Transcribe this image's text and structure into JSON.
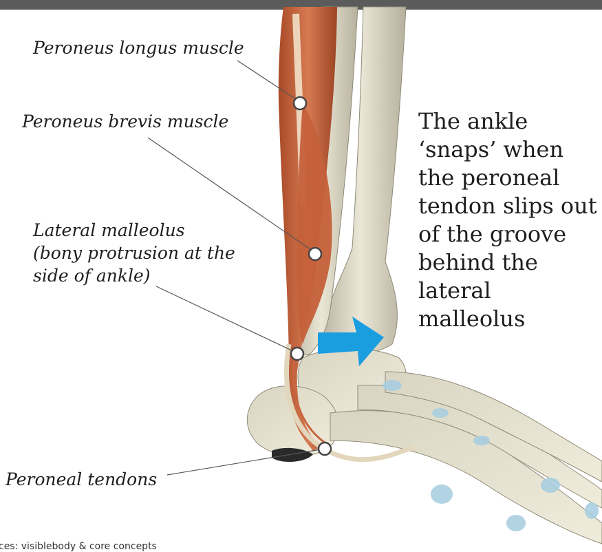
{
  "labels": {
    "peroneus_longus": "Peroneus longus muscle",
    "peroneus_brevis": "Peroneus brevis muscle",
    "lateral_malleolus_line1": "Lateral malleolus",
    "lateral_malleolus_line2": "(bony protrusion at the",
    "lateral_malleolus_line3": "side of ankle)",
    "peroneal_tendons": "Peroneal tendons"
  },
  "explanation": "The ankle ‘snaps’ when the peroneal tendon slips out of the groove behind the lateral malleolus",
  "source": "ces: visiblebody & core concepts",
  "colors": {
    "header_bar": "#5b5b5b",
    "muscle": "#c8653e",
    "bone": "#e8e4d2",
    "cartilage": "#a9cfe0",
    "arrow": "#1a9ee0",
    "leader_line": "#555555"
  }
}
